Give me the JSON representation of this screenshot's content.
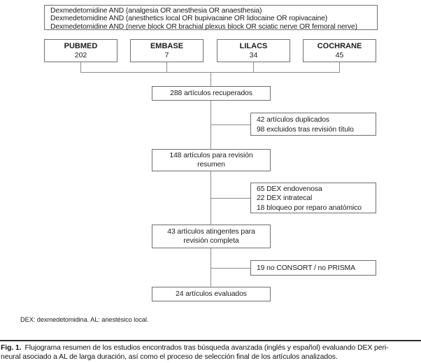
{
  "figure": {
    "query_box": {
      "lines": [
        "Dexmedetomidine AND (analgesia OR anesthesia OR anaesthesia)",
        "Dexmedetomidine AND (anesthetics local OR bupivacaine OR lidocaine OR ropivacaine)",
        "Dexmedetomidine AND (nerve block OR brachial plexus block OR sciatic nerve OR femoral nerve)"
      ]
    },
    "databases": [
      {
        "name": "PUBMED",
        "count": "202"
      },
      {
        "name": "EMBASE",
        "count": "7"
      },
      {
        "name": "LILACS",
        "count": "34"
      },
      {
        "name": "COCHRANE",
        "count": "45"
      }
    ],
    "flow": {
      "retrieved": {
        "line1": "288 artículos recuperados"
      },
      "abstract_review": {
        "line1": "148 artículos para revisión",
        "line2": "resumen"
      },
      "full_review": {
        "line1": "43 artículos atingentes para",
        "line2": "revisión completa"
      },
      "evaluated": {
        "line1": "24 artículos evaluados"
      }
    },
    "exclusions": {
      "after_title": {
        "line1": "42 artículos duplicados",
        "line2": "98 excluidos tras revisión título"
      },
      "after_abstract": {
        "line1": "65 DEX endovenosa",
        "line2": "22 DEX intratecal",
        "line3": "18 bloqueo por reparo anatómico"
      },
      "after_full": {
        "line1": "19 no CONSORT / no PRISMA"
      }
    },
    "footnote": "DEX: dexmedetomidina. AL: anestésico local.",
    "caption": {
      "label": "Fig. 1.",
      "line1": "Flujograma resumen de los estudios encontrados tras búsqueda avanzada (inglés y español) evaluando DEX peri-",
      "line2": "neural asociado a AL de larga duración, así como el proceso de selección final de los artículos analizados."
    },
    "colors": {
      "box_border": "#6f6f6f",
      "connector_line": "#8d8d8d",
      "text": "#1c1c1c",
      "background": "#ffffff"
    }
  }
}
